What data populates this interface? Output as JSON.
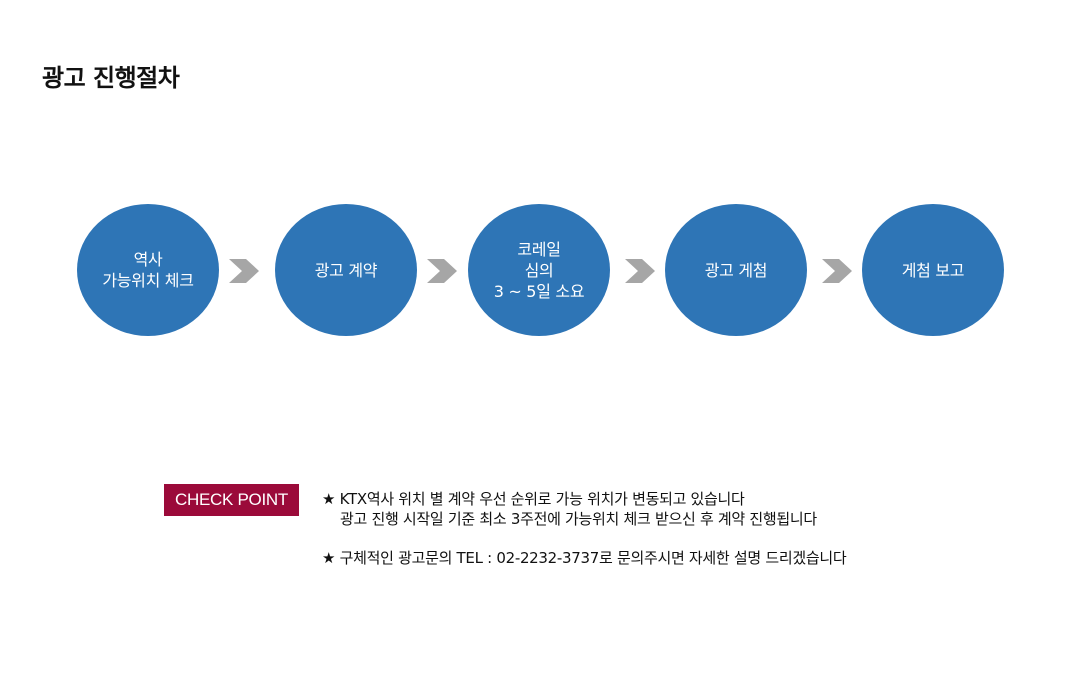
{
  "page": {
    "title": "광고 진행절차"
  },
  "colors": {
    "step_fill": "#2e75b6",
    "arrow_fill": "#a6a6a6",
    "badge_fill": "#9b0a3a"
  },
  "steps": [
    {
      "lines": [
        "역사",
        "가능위치 체크"
      ]
    },
    {
      "lines": [
        "광고 계약"
      ]
    },
    {
      "lines": [
        "코레일",
        "심의",
        "3 ~ 5일 소요"
      ]
    },
    {
      "lines": [
        "광고 게첨"
      ]
    },
    {
      "lines": [
        "게첨 보고"
      ]
    }
  ],
  "arrow_icon": "chevron-right-icon",
  "check_point": {
    "label": "CHECK POINT",
    "notes": [
      "★ KTX역사 위치 별 계약 우선 순위로 가능 위치가 변동되고 있습니다",
      "광고 진행 시작일 기준 최소 3주전에 가능위치 체크 받으신 후 계약 진행됩니다",
      "★ 구체적인 광고문의  TEL : 02-2232-3737로 문의주시면 자세한 설명 드리겠습니다"
    ]
  }
}
